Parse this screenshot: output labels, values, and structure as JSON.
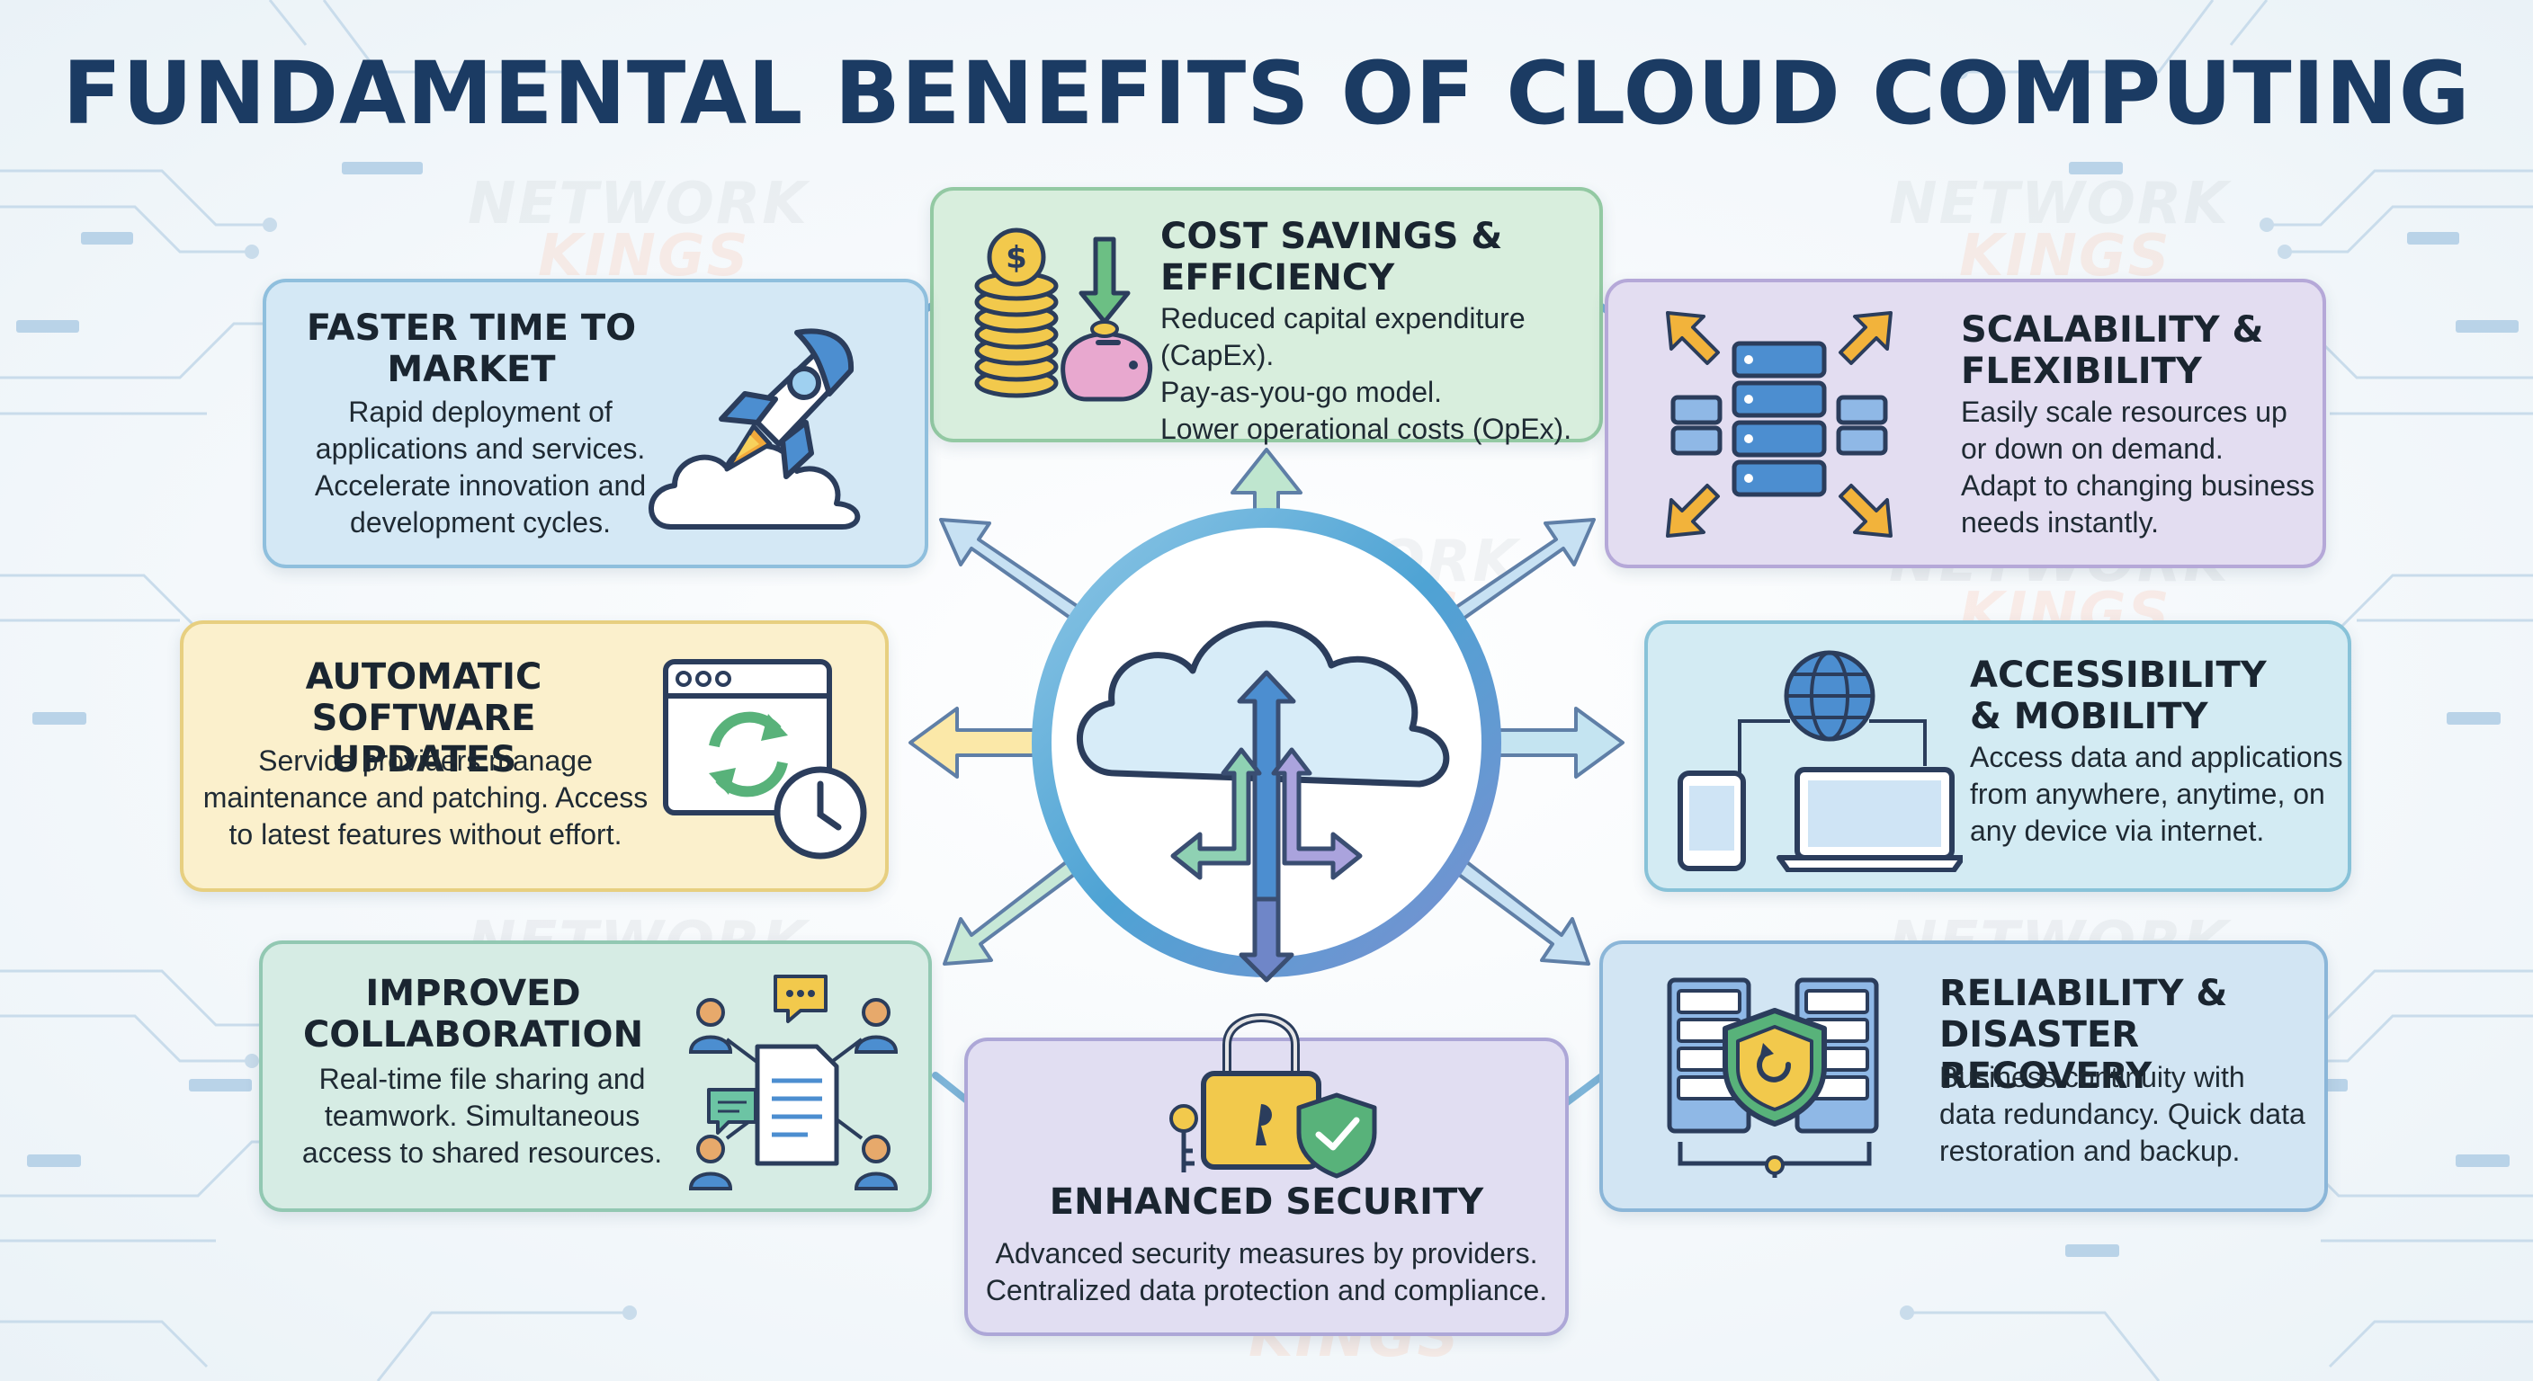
{
  "title": "FUNDAMENTAL BENEFITS OF CLOUD COMPUTING",
  "watermark": {
    "line1": "NETWORK",
    "line2": "KINGS"
  },
  "cards": {
    "cost": {
      "title": [
        "COST SAVINGS &",
        "EFFICIENCY"
      ],
      "body": [
        "Reduced capital expenditure (CapEx).",
        "Pay-as-you-go model.",
        "Lower operational costs (OpEx)."
      ]
    },
    "faster": {
      "title": [
        "FASTER TIME TO",
        "MARKET"
      ],
      "body": [
        "Rapid deployment of",
        "applications and services.",
        "Accelerate innovation and",
        "development cycles."
      ]
    },
    "scalability": {
      "title": [
        "SCALABILITY &",
        "FLEXIBILITY"
      ],
      "body": [
        "Easily scale resources up",
        "or down on demand.",
        "Adapt to changing business",
        "needs instantly."
      ]
    },
    "updates": {
      "title": [
        "AUTOMATIC",
        "SOFTWARE UPDATES"
      ],
      "body": [
        "Service providers manage",
        "maintenance and patching. Access",
        "to latest features without effort."
      ]
    },
    "access": {
      "title": [
        "ACCESSIBILITY",
        "& MOBILITY"
      ],
      "body": [
        "Access data and applications",
        "from anywhere, anytime, on",
        "any device via internet."
      ]
    },
    "collab": {
      "title": [
        "IMPROVED",
        "COLLABORATION"
      ],
      "body": [
        "Real-time file sharing and",
        "teamwork. Simultaneous",
        "access to shared resources."
      ]
    },
    "security": {
      "title": [
        "ENHANCED SECURITY"
      ],
      "body": [
        "Advanced security measures by providers.",
        "Centralized data protection and compliance."
      ]
    },
    "reliability": {
      "title": [
        "RELIABILITY &",
        "DISASTER RECOVERY"
      ],
      "body": [
        "Business continuity with",
        "data redundancy. Quick data",
        "restoration and backup."
      ]
    }
  },
  "colors": {
    "title": "#1b3b63",
    "icon_stroke": "#2b3d5c",
    "cost": "#d8eedd",
    "faster": "#d4e8f5",
    "scalability": "#e3ddf1",
    "updates": "#fbf0cc",
    "access": "#d3ebf3",
    "collab": "#d6ece4",
    "security": "#e1def2",
    "reliability": "#d2e5f3"
  },
  "icons": [
    "coins-piggy-bank-icon",
    "rocket-cloud-icon",
    "server-scaling-icon",
    "software-update-clock-icon",
    "globe-devices-icon",
    "collaboration-people-icon",
    "padlock-shield-icon",
    "server-shield-icon",
    "central-cloud-icon"
  ]
}
